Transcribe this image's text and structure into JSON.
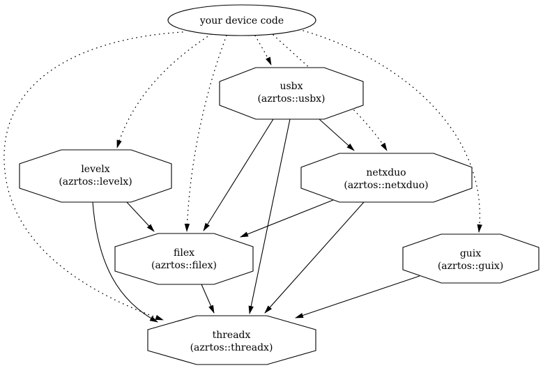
{
  "diagram": {
    "kind": "dependency-graph",
    "colors": {
      "background": "#ffffff",
      "stroke": "#000000",
      "text": "#000000"
    },
    "nodes": {
      "device": {
        "label": "your device code",
        "shape": "ellipse"
      },
      "usbx": {
        "name": "usbx",
        "pkg": "(azrtos::usbx)",
        "shape": "octagon"
      },
      "levelx": {
        "name": "levelx",
        "pkg": "(azrtos::levelx)",
        "shape": "octagon"
      },
      "netxduo": {
        "name": "netxduo",
        "pkg": "(azrtos::netxduo)",
        "shape": "octagon"
      },
      "filex": {
        "name": "filex",
        "pkg": "(azrtos::filex)",
        "shape": "octagon"
      },
      "guix": {
        "name": "guix",
        "pkg": "(azrtos::guix)",
        "shape": "octagon"
      },
      "threadx": {
        "name": "threadx",
        "pkg": "(azrtos::threadx)",
        "shape": "octagon"
      }
    },
    "edges": [
      {
        "from": "your device code",
        "to": "usbx",
        "style": "dotted"
      },
      {
        "from": "your device code",
        "to": "levelx",
        "style": "dotted"
      },
      {
        "from": "your device code",
        "to": "filex",
        "style": "dotted"
      },
      {
        "from": "your device code",
        "to": "netxduo",
        "style": "dotted"
      },
      {
        "from": "your device code",
        "to": "guix",
        "style": "dotted"
      },
      {
        "from": "your device code",
        "to": "threadx",
        "style": "dotted"
      },
      {
        "from": "usbx",
        "to": "netxduo",
        "style": "solid"
      },
      {
        "from": "usbx",
        "to": "filex",
        "style": "solid"
      },
      {
        "from": "usbx",
        "to": "threadx",
        "style": "solid"
      },
      {
        "from": "levelx",
        "to": "filex",
        "style": "solid"
      },
      {
        "from": "levelx",
        "to": "threadx",
        "style": "solid"
      },
      {
        "from": "netxduo",
        "to": "filex",
        "style": "solid"
      },
      {
        "from": "netxduo",
        "to": "threadx",
        "style": "solid"
      },
      {
        "from": "filex",
        "to": "threadx",
        "style": "solid"
      },
      {
        "from": "guix",
        "to": "threadx",
        "style": "solid"
      }
    ]
  }
}
